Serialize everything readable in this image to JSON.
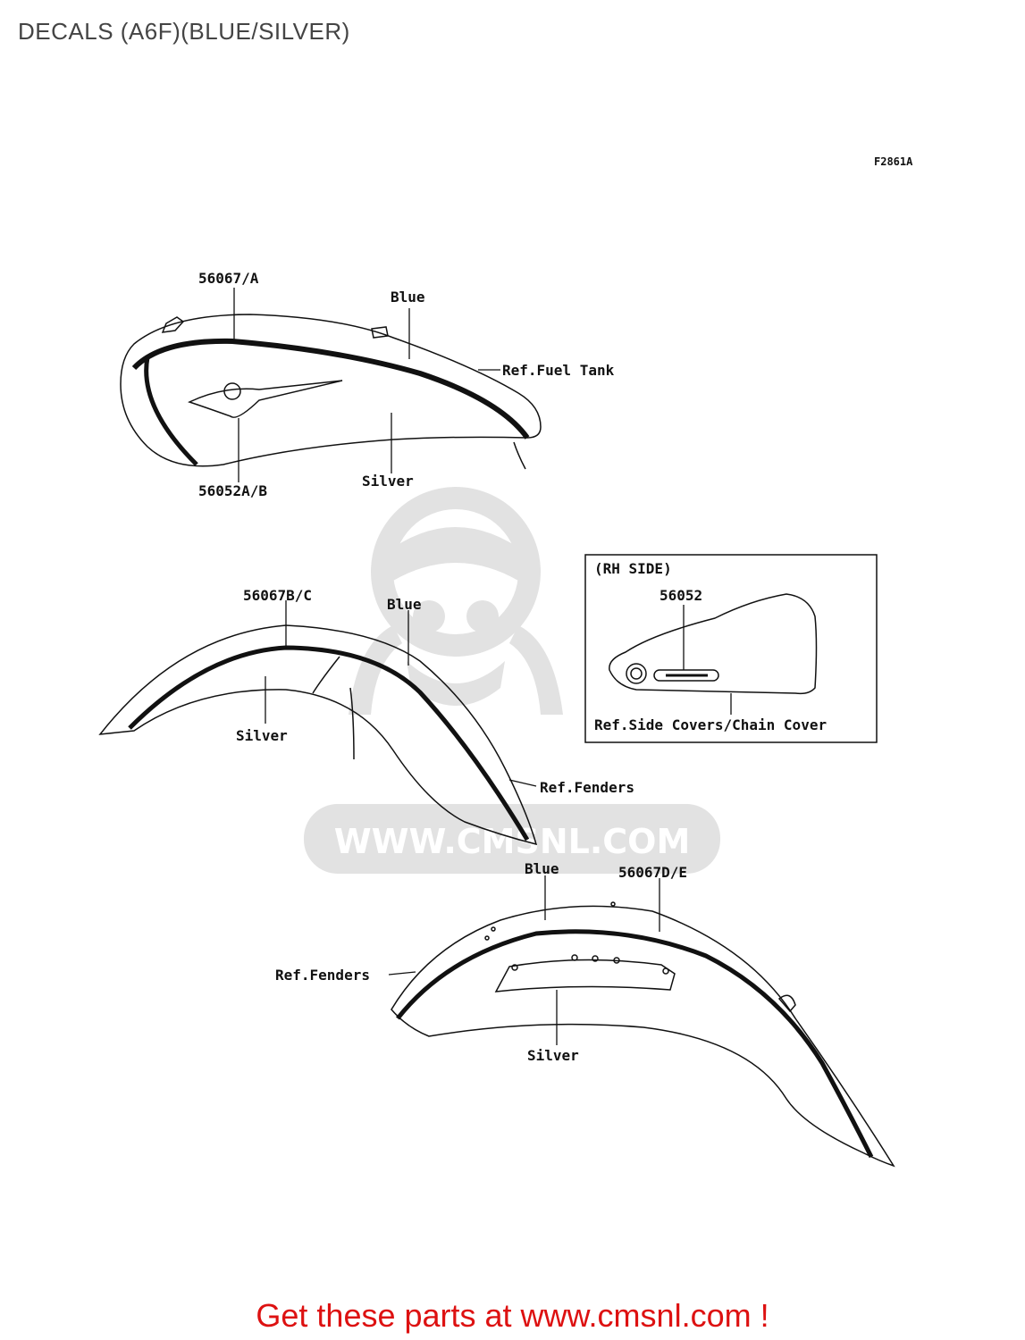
{
  "page": {
    "title": "DECALS (A6F)(BLUE/SILVER)",
    "figure_code": "F2861A",
    "footer_link": "Get these parts at www.cmsnl.com !"
  },
  "watermark": {
    "logo_text": "CMS",
    "url": "WWW.CMSNL.COM"
  },
  "fuel_tank": {
    "part_stripe": "56067/A",
    "color_top": "Blue",
    "ref": "Ref.Fuel Tank",
    "part_emblem": "56052A/B",
    "color_bottom": "Silver"
  },
  "front_fender": {
    "part_stripe": "56067B/C",
    "color_top": "Blue",
    "color_bottom": "Silver",
    "ref": "Ref.Fenders"
  },
  "side_cover": {
    "heading": "(RH SIDE)",
    "part_emblem": "56052",
    "ref": "Ref.Side Covers/Chain Cover"
  },
  "rear_fender": {
    "color_top": "Blue",
    "part_stripe": "56067D/E",
    "ref": "Ref.Fenders",
    "color_bottom": "Silver"
  },
  "colors": {
    "line": "#111111",
    "watermark": "#e2e2e2",
    "footer_text": "#dd1111",
    "title_text": "#444444"
  }
}
